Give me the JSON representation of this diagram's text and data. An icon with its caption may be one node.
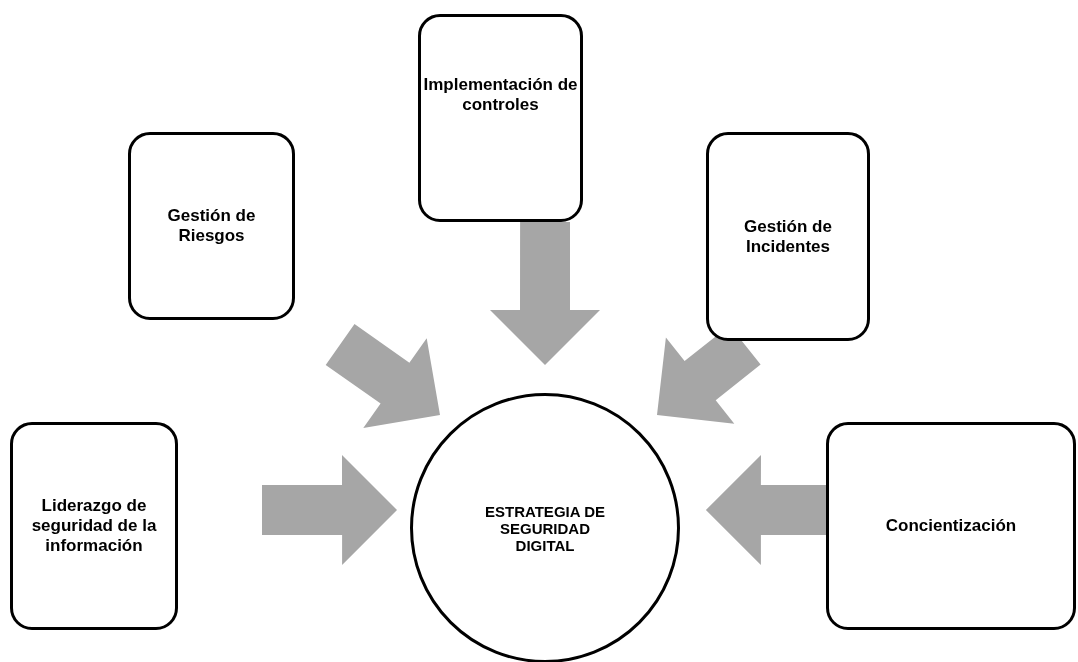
{
  "diagram": {
    "nodes": [
      {
        "text": [
          "Implementación de controles"
        ]
      },
      {
        "text": [
          "Gestión de Riesgos"
        ]
      },
      {
        "text": [
          "Gestión de Incidentes"
        ]
      },
      {
        "text": [
          "Liderazgo de seguridad de la información"
        ]
      },
      {
        "text": [
          "ESTRATEGIA DE SEGURIDAD DIGITAL"
        ]
      },
      {
        "text": [
          "Concientización"
        ]
      }
    ],
    "edges": [
      {
        "from": 1,
        "to": 4,
        "arrow": "to",
        "style": "thick"
      },
      {
        "from": 0,
        "to": 4,
        "arrow": "to",
        "style": "thick"
      },
      {
        "from": 2,
        "to": 4,
        "arrow": "to",
        "style": "thick"
      },
      {
        "from": 3,
        "to": 4,
        "arrow": "to",
        "style": "thick"
      },
      {
        "from": 5,
        "to": 4,
        "arrow": "to",
        "style": "thick"
      }
    ]
  }
}
